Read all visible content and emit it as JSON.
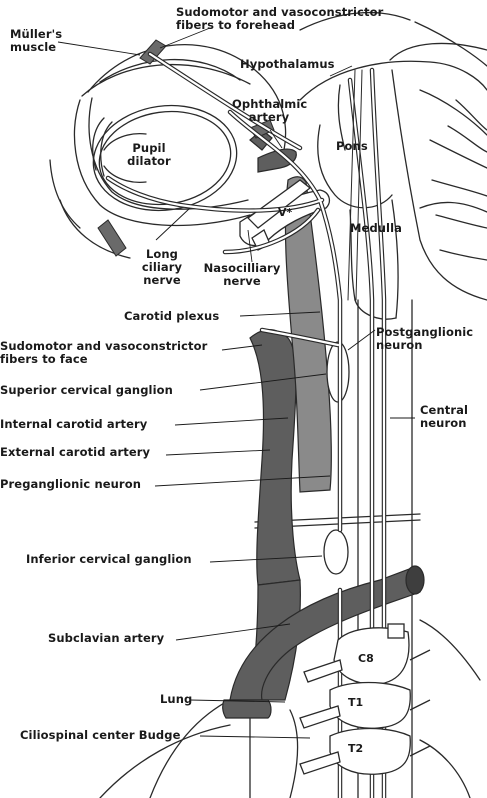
{
  "colors": {
    "background": "#ffffff",
    "ink": "#1a1a1a",
    "vessel_dark": "#5e5e5e",
    "vessel_mid": "#8a8a8a",
    "nerve": "#ffffff"
  },
  "labels": {
    "sudomotor_forehead": "Sudomotor and vasoconstrictor\nfibers to forehead",
    "muller_muscle": "Müller's\nmuscle",
    "hypothalamus": "Hypothalamus",
    "ophthalmic_artery": "Ophthalmic\nartery",
    "pupil_dilator": "Pupil\ndilator",
    "pons": "Pons",
    "v_star": "V*",
    "medulla": "Medulla",
    "long_ciliary_nerve": "Long\nciliary\nnerve",
    "nasociliary_nerve": "Nasocilliary\nnerve",
    "carotid_plexus": "Carotid plexus",
    "sudomotor_face": "Sudomotor and vasoconstrictor\nfibers to face",
    "postganglionic_neuron": "Postganglionic\nneuron",
    "superior_cervical_ganglion": "Superior cervical ganglion",
    "internal_carotid_artery": "Internal carotid artery",
    "central_neuron": "Central\nneuron",
    "external_carotid_artery": "External carotid artery",
    "preganglionic_neuron": "Preganglionic neuron",
    "inferior_cervical_ganglion": "Inferior cervical ganglion",
    "subclavian_artery": "Subclavian artery",
    "c8": "C8",
    "lung": "Lung",
    "t1": "T1",
    "ciliospinal_center": "Ciliospinal center Budge",
    "t2": "T2"
  }
}
